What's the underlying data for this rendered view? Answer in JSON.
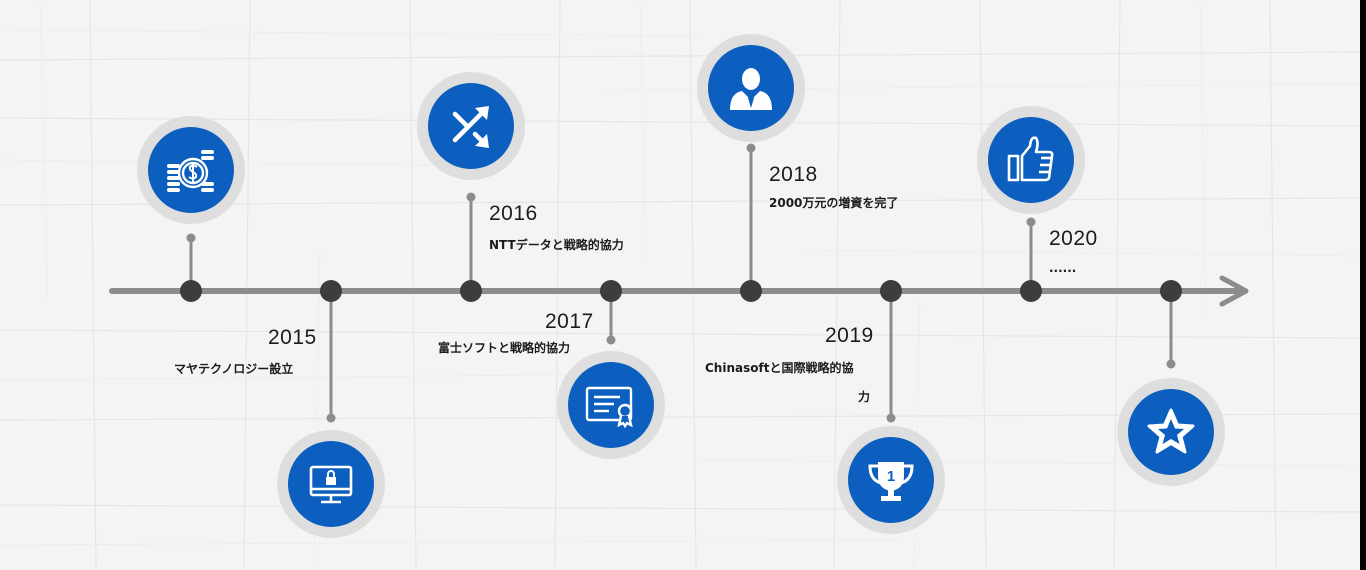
{
  "colors": {
    "circle_blue": "#0c5fbf",
    "circle_ring": "#dedede",
    "line": "#8c8c8c",
    "node": "#3d3d3d",
    "text": "#1c1c1c"
  },
  "milestones": [
    {
      "year": "2015",
      "desc": "マヤテクノロジー設立",
      "icon": "coins-dollar-icon"
    },
    {
      "year": "",
      "desc": "",
      "icon": "monitor-lock-icon"
    },
    {
      "year": "2016",
      "desc": "NTTデータと戦略的協力",
      "icon": "shuffle-arrows-icon"
    },
    {
      "year": "2017",
      "desc": "富士ソフトと戦略的協力",
      "icon": "certificate-icon"
    },
    {
      "year": "2018",
      "desc": "2000万元の増資を完了",
      "icon": "businessman-icon"
    },
    {
      "year": "2019",
      "desc_line1": "Chinasoftと国際戦略的協",
      "desc_line2": "力",
      "icon": "trophy-icon"
    },
    {
      "year": "2020",
      "desc": "......",
      "icon": "thumbs-up-icon"
    },
    {
      "year": "",
      "desc": "",
      "icon": "star-icon"
    }
  ]
}
